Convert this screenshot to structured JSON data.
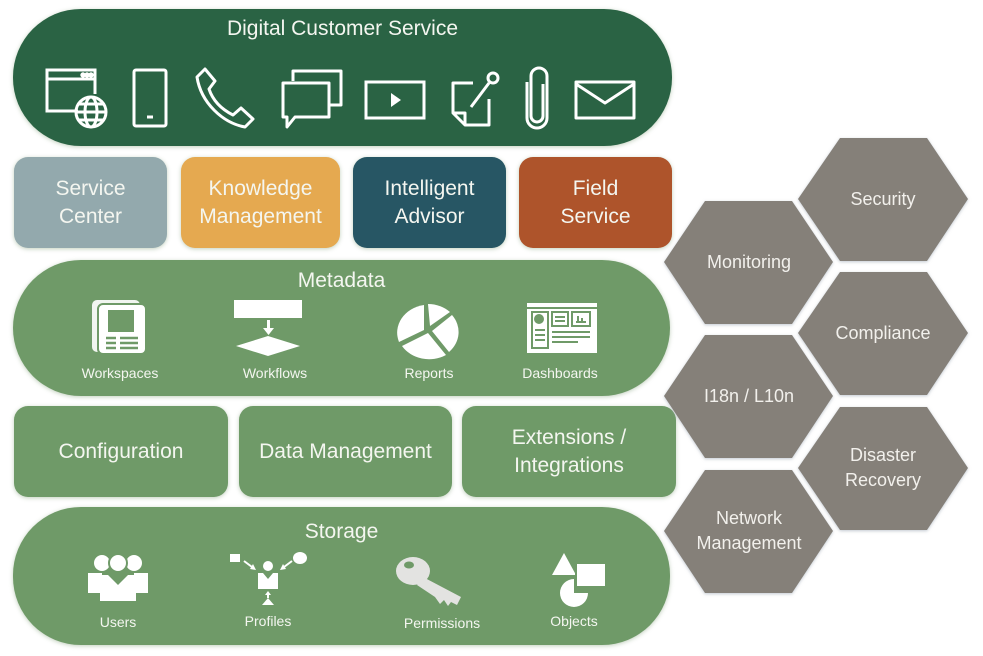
{
  "digital_customer_service": {
    "title": "Digital Customer Service",
    "icons": [
      "web-globe-icon",
      "mobile-phone-icon",
      "telephone-icon",
      "chat-icon",
      "video-icon",
      "note-edit-icon",
      "paperclip-icon",
      "email-icon"
    ]
  },
  "products": [
    {
      "line1": "Service",
      "line2": "Center",
      "color": "#93a9ad"
    },
    {
      "line1": "Knowledge",
      "line2": "Management",
      "color": "#e5a950"
    },
    {
      "line1": "Intelligent",
      "line2": "Advisor",
      "color": "#275664"
    },
    {
      "line1": "Field",
      "line2": "Service",
      "color": "#ae542b"
    }
  ],
  "metadata": {
    "title": "Metadata",
    "items": [
      {
        "label": "Workspaces",
        "icon": "workspace-icon"
      },
      {
        "label": "Workflows",
        "icon": "workflow-icon"
      },
      {
        "label": "Reports",
        "icon": "pie-chart-icon"
      },
      {
        "label": "Dashboards",
        "icon": "dashboard-icon"
      }
    ]
  },
  "services": [
    {
      "line1": "Configuration",
      "line2": ""
    },
    {
      "line1": "Data Management",
      "line2": ""
    },
    {
      "line1": "Extensions /",
      "line2": "Integrations"
    }
  ],
  "storage": {
    "title": "Storage",
    "items": [
      {
        "label": "Users",
        "icon": "users-icon"
      },
      {
        "label": "Profiles",
        "icon": "profiles-icon"
      },
      {
        "label": "Permissions",
        "icon": "key-icon"
      },
      {
        "label": "Objects",
        "icon": "shapes-icon"
      }
    ]
  },
  "capabilities": [
    {
      "line1": "Security",
      "line2": ""
    },
    {
      "line1": "Monitoring",
      "line2": ""
    },
    {
      "line1": "Compliance",
      "line2": ""
    },
    {
      "line1": "I18n / L10n",
      "line2": ""
    },
    {
      "line1": "Disaster",
      "line2": "Recovery"
    },
    {
      "line1": "Network",
      "line2": "Management"
    }
  ],
  "colors": {
    "dark_green": "#2a6344",
    "green": "#6f9a68",
    "hex_gray": "#858079"
  }
}
